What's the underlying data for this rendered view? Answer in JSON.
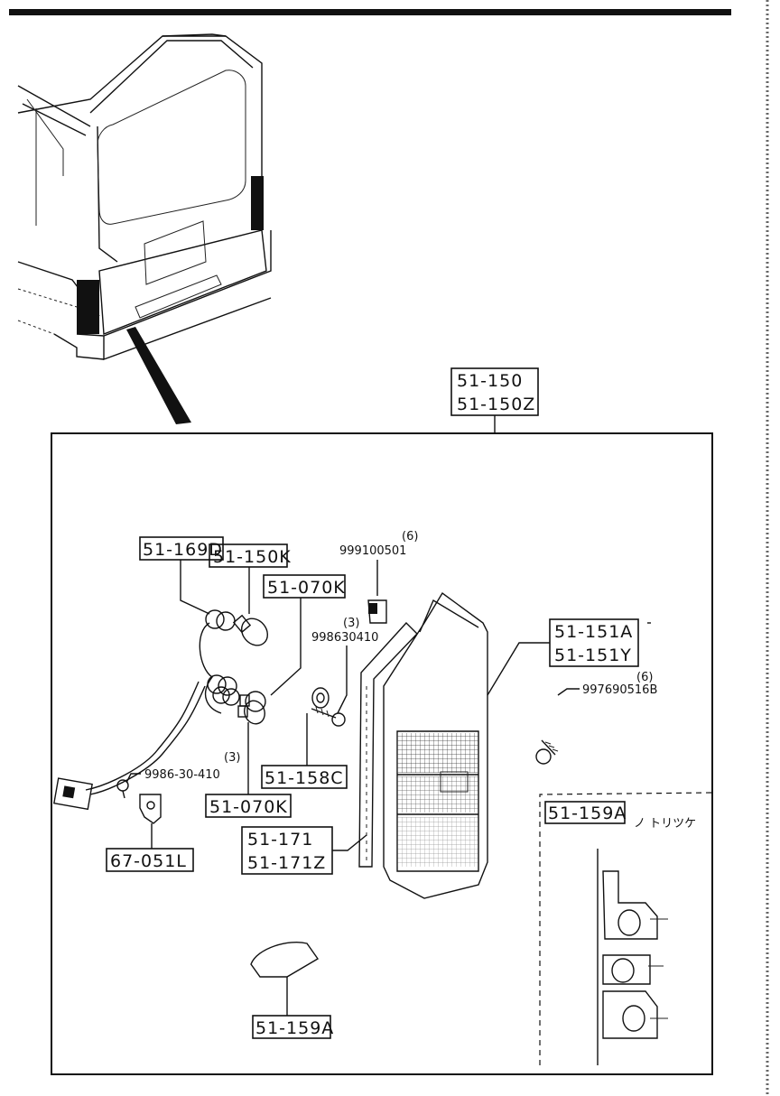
{
  "parts": {
    "assembly": [
      "51-150",
      "51-150Z"
    ],
    "socket_harness": "51-169D",
    "bulb_a": "51-150K",
    "bulb_b_upper": "51-070K",
    "bulb_b_lower": "51-070K",
    "clip_nut": {
      "number": "999100501",
      "qty": "(6)"
    },
    "screw_a": {
      "number": "998630410",
      "qty": "(3)"
    },
    "screw_b": {
      "number": "9986-30-410",
      "qty": "(3)"
    },
    "screw_c": {
      "number": "997690516B",
      "qty": "(6)"
    },
    "grommet": "51-158C",
    "lens_combo": [
      "51-151A",
      "51-151Y"
    ],
    "gasket": [
      "51-171",
      "51-171Z"
    ],
    "bracket": "67-051L",
    "cover_bottom": "51-159A",
    "cover_inset": "51-159A",
    "inset_note": "ノ トリツケ"
  }
}
